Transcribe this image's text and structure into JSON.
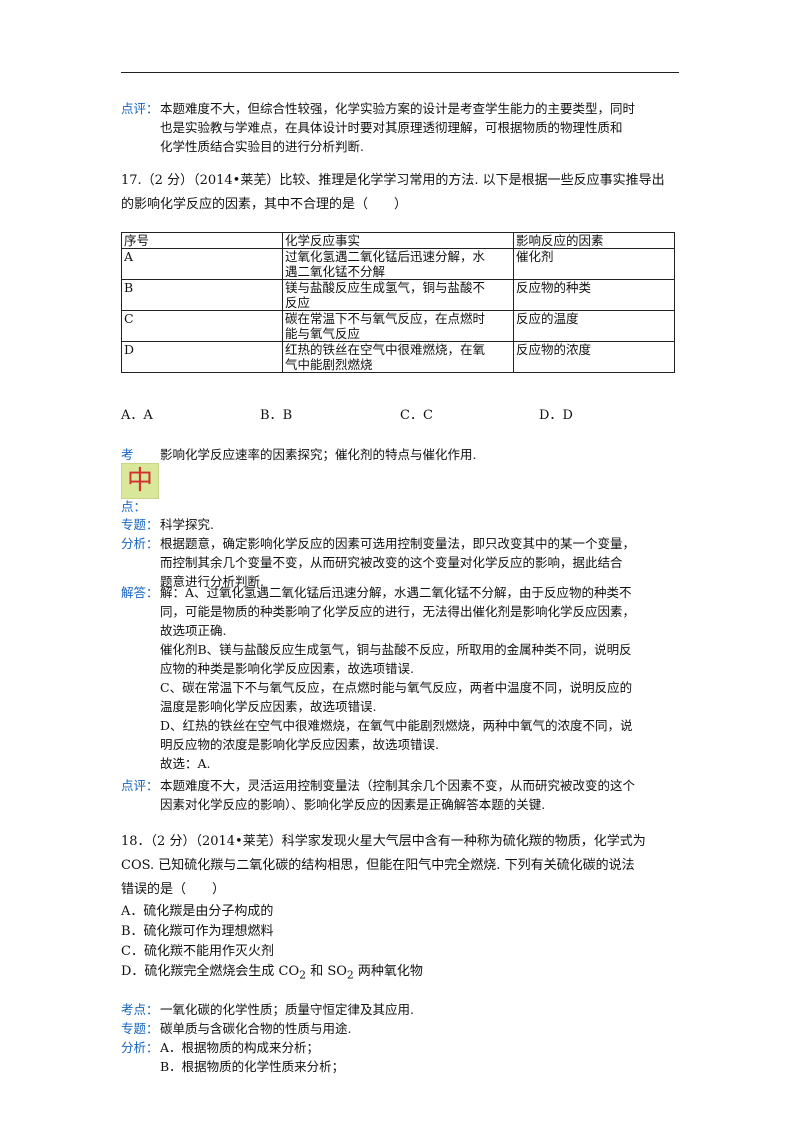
{
  "review_top": {
    "label": "点评：",
    "lines": [
      "本题难度不大，但综合性较强，化学实验方案的设计是考查学生能力的主要类型，同时",
      "也是实验教与学难点，在具体设计时要对其原理透彻理解，可根据物质的物理性质和",
      "化学性质结合实验目的进行分析判断."
    ]
  },
  "q17": {
    "stem": [
      "17.（2 分）（2014•莱芜）比较、推理是化学学习常用的方法. 以下是根据一些反应事实推导出",
      "的影响化学反应的因素，其中不合理的是（　　）"
    ],
    "table": {
      "headers": [
        "序号",
        "化学反应事实",
        "影响反应的因素"
      ],
      "rows": [
        {
          "id": "A",
          "fact": [
            "过氧化氢遇二氧化锰后迅速分解，水",
            "遇二氧化锰不分解"
          ],
          "factor": "催化剂"
        },
        {
          "id": "B",
          "fact": [
            "镁与盐酸反应生成氢气，铜与盐酸不",
            "反应"
          ],
          "factor": "反应物的种类"
        },
        {
          "id": "C",
          "fact": [
            "碳在常温下不与氧气反应，在点燃时",
            "能与氧气反应"
          ],
          "factor": "反应的温度"
        },
        {
          "id": "D",
          "fact": [
            "红热的铁丝在空气中很难燃烧，在氧",
            "气中能剧烈燃烧"
          ],
          "factor": "反应物的浓度"
        }
      ]
    },
    "options": [
      {
        "letter": "A．",
        "value": "A"
      },
      {
        "letter": "B．",
        "value": "B"
      },
      {
        "letter": "C．",
        "value": "C"
      },
      {
        "letter": "D．",
        "value": "D"
      }
    ],
    "kaodian_label": "考",
    "kaodian_text": "影响化学反应速率的因素探究；催化剂的特点与催化作用.",
    "zhong_glyph": "中",
    "dian_label": "点：",
    "zhuanti_label": "专题：",
    "zhuanti_text": "科学探究.",
    "fenxi_label": "分析：",
    "fenxi_lines": [
      "根据题意，确定影响化学反应的因素可选用控制变量法，即只改变其中的某一个变量，",
      "而控制其余几个变量不变，从而研究被改变的这个变量对化学反应的影响，据此结合",
      "题意进行分析判断."
    ],
    "jieda_label": "解答：",
    "jieda_lines": [
      "解：A、过氧化氢遇二氧化锰后迅速分解，水遇二氧化锰不分解，由于反应物的种类不",
      "同，可能是物质的种类影响了化学反应的进行，无法得出催化剂是影响化学反应因素，",
      "故选项正确.",
      "催化剂B、镁与盐酸反应生成氢气，铜与盐酸不反应，所取用的金属种类不同，说明反",
      "应物的种类是影响化学反应因素，故选项错误.",
      "C、碳在常温下不与氧气反应，在点燃时能与氧气反应，两者中温度不同，说明反应的",
      "温度是影响化学反应因素，故选项错误.",
      "D、红热的铁丝在空气中很难燃烧，在氧气中能剧烈燃烧，两种中氧气的浓度不同，说",
      "明反应物的浓度是影响化学反应因素，故选项错误.",
      "故选：A."
    ],
    "dianping_label": "点评：",
    "dianping_lines": [
      "本题难度不大，灵活运用控制变量法（控制其余几个因素不变，从而研究被改变的这个",
      "因素对化学反应的影响）、影响化学反应的因素是正确解答本题的关键."
    ]
  },
  "q18": {
    "stem": [
      "18．（2 分）（2014•莱芜）科学家发现火星大气层中含有一种称为硫化羰的物质，化学式为",
      "COS. 已知硫化羰与二氧化碳的结构相思，但能在阳气中完全燃烧. 下列有关硫化碳的说法",
      "错误的是（　　）"
    ],
    "options": [
      "A．硫化羰是由分子构成的",
      "B．硫化羰可作为理想燃料",
      "C．硫化羰不能用作灭火剂"
    ],
    "option_d": {
      "prefix": "D．硫化羰完全燃烧会生成 CO",
      "sub1": "2",
      "mid": " 和 SO",
      "sub2": "2",
      "suffix": " 两种氧化物"
    },
    "kaodian_label": "考点：",
    "kaodian_text": "一氧化碳的化学性质；质量守恒定律及其应用.",
    "zhuanti_label": "专题：",
    "zhuanti_text": "碳单质与含碳化合物的性质与用途.",
    "fenxi_label": "分析：",
    "fenxi_lines": [
      "A．根据物质的构成来分析；",
      "B．根据物质的化学性质来分析；"
    ]
  }
}
